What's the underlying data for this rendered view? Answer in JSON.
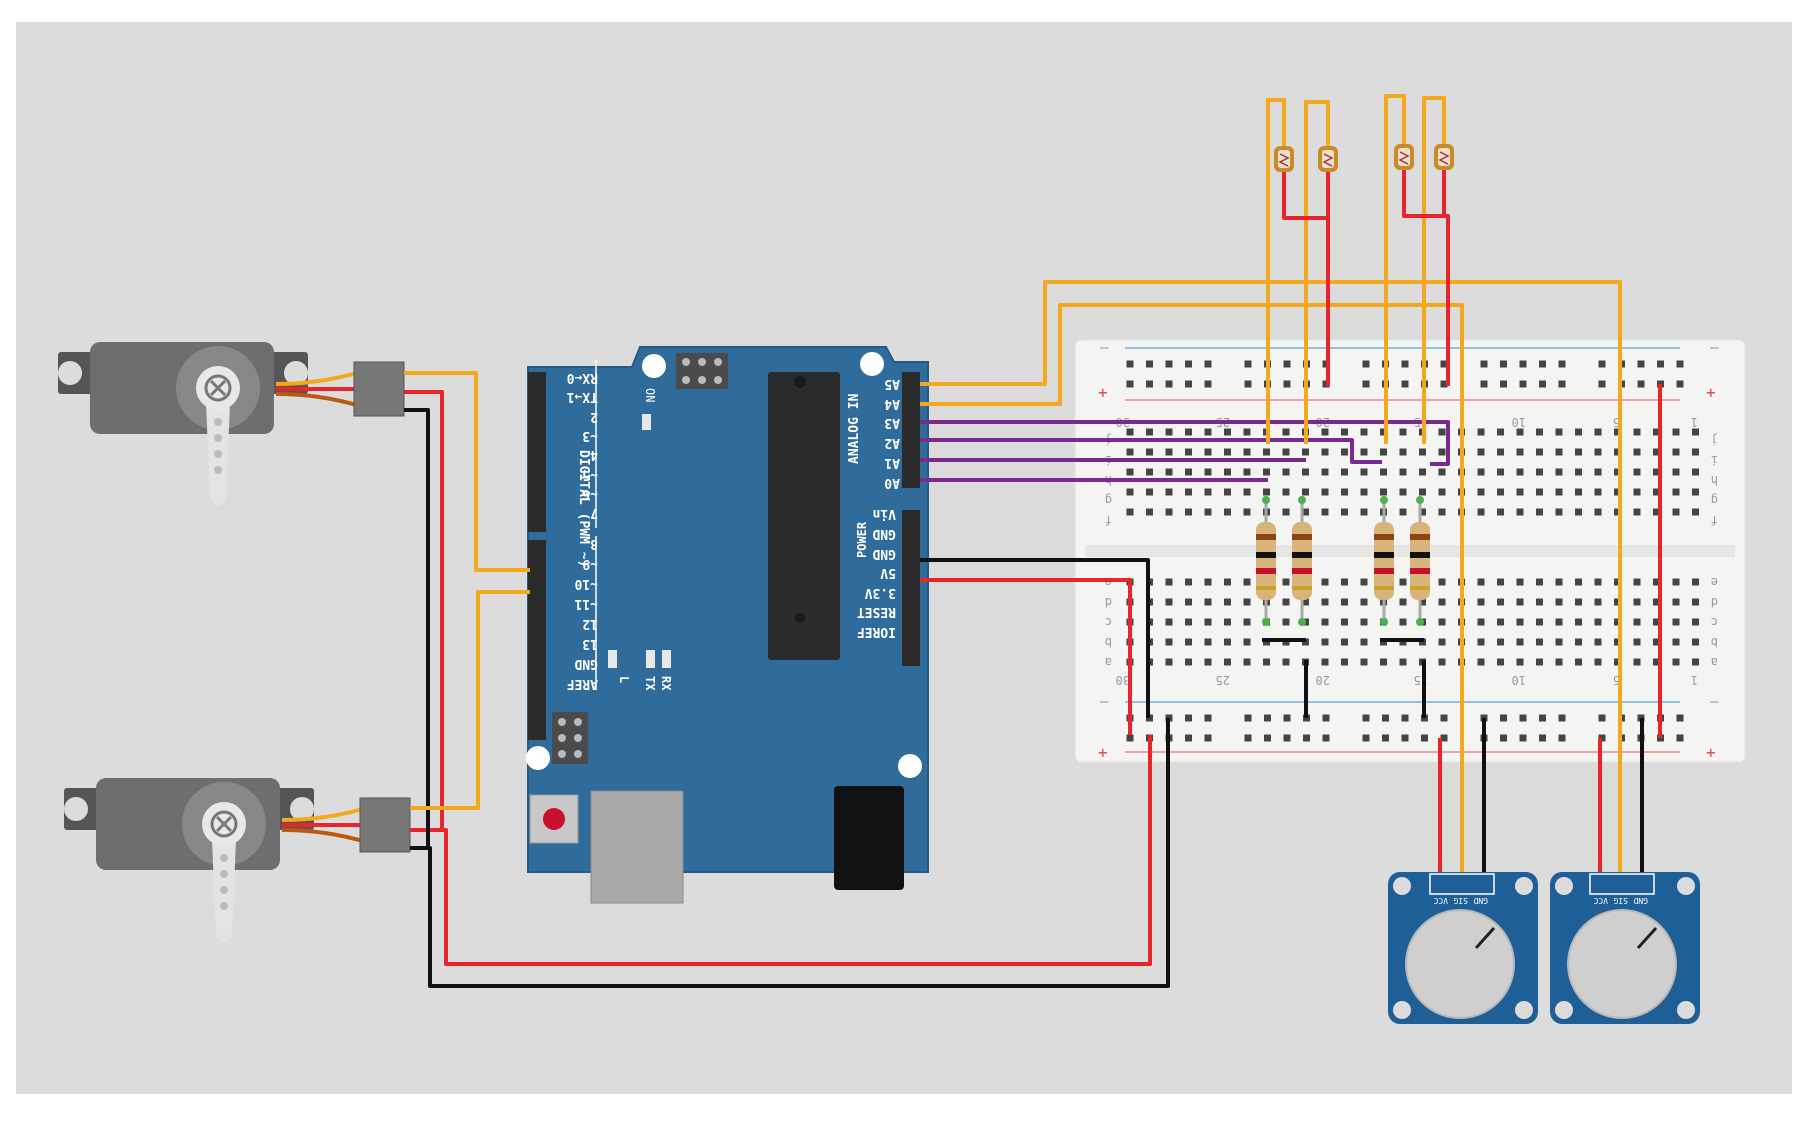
{
  "arduino": {
    "digital_header_label": "DIGITAL (PWM ~)",
    "analog_header_label": "ANALOG IN",
    "power_header_label": "POWER",
    "on_label": "ON",
    "led_labels": [
      "L",
      "TX",
      "RX"
    ],
    "digital_pins": [
      "RX←0",
      "TX→1",
      "2",
      "~3",
      "4",
      "~5",
      "~6",
      "7",
      "8",
      "~9",
      "~10",
      "~11",
      "12",
      "13",
      "GND",
      "AREF"
    ],
    "analog_pins": [
      "A5",
      "A4",
      "A3",
      "A2",
      "A1",
      "A0"
    ],
    "power_pins": [
      "Vin",
      "GND",
      "GND",
      "5V",
      "3.3V",
      "RESET",
      "IOREF"
    ]
  },
  "breadboard": {
    "top_numbers": [
      "30",
      "25",
      "20",
      "15",
      "10",
      "5",
      "1"
    ],
    "bottom_numbers": [
      "30",
      "25",
      "20",
      "15",
      "10",
      "5",
      "1"
    ],
    "top_letters": [
      "j",
      "i",
      "h",
      "g",
      "f"
    ],
    "bottom_letters": [
      "e",
      "d",
      "c",
      "b",
      "a"
    ],
    "rail_plus": "+",
    "rail_minus": "–"
  },
  "potentiometers": [
    {
      "pins": [
        "VCC",
        "SIG",
        "GND"
      ]
    },
    {
      "pins": [
        "VCC",
        "SIG",
        "GND"
      ]
    }
  ],
  "colors": {
    "background": "#dcdcdc",
    "board_blue": "#2f6b9b",
    "wire_red": "#e8252b",
    "wire_black": "#111111",
    "wire_orange": "#f4a81c",
    "wire_purple": "#7a2a8f",
    "servo_gray": "#6e6e6e",
    "pot_blue": "#1d5f96"
  }
}
